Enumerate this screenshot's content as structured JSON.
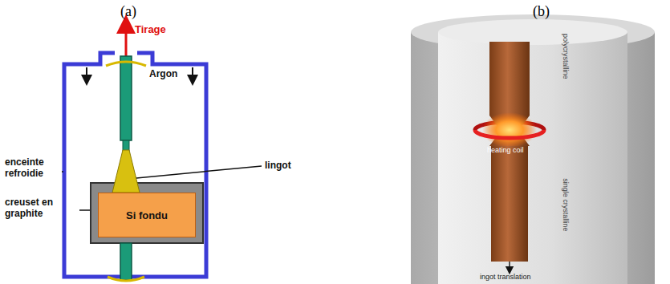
{
  "diagram": {
    "nodes": [
      {
        "text": [
          "Si fondu"
        ]
      }
    ],
    "labels": [
      "(a)",
      "Tirage",
      "Argon",
      "enceinte refroidie",
      "creuset en graphite",
      "lingot",
      "(b)",
      "heating coil",
      "polycrystalline",
      "single crystalline",
      "ingot translation"
    ]
  }
}
